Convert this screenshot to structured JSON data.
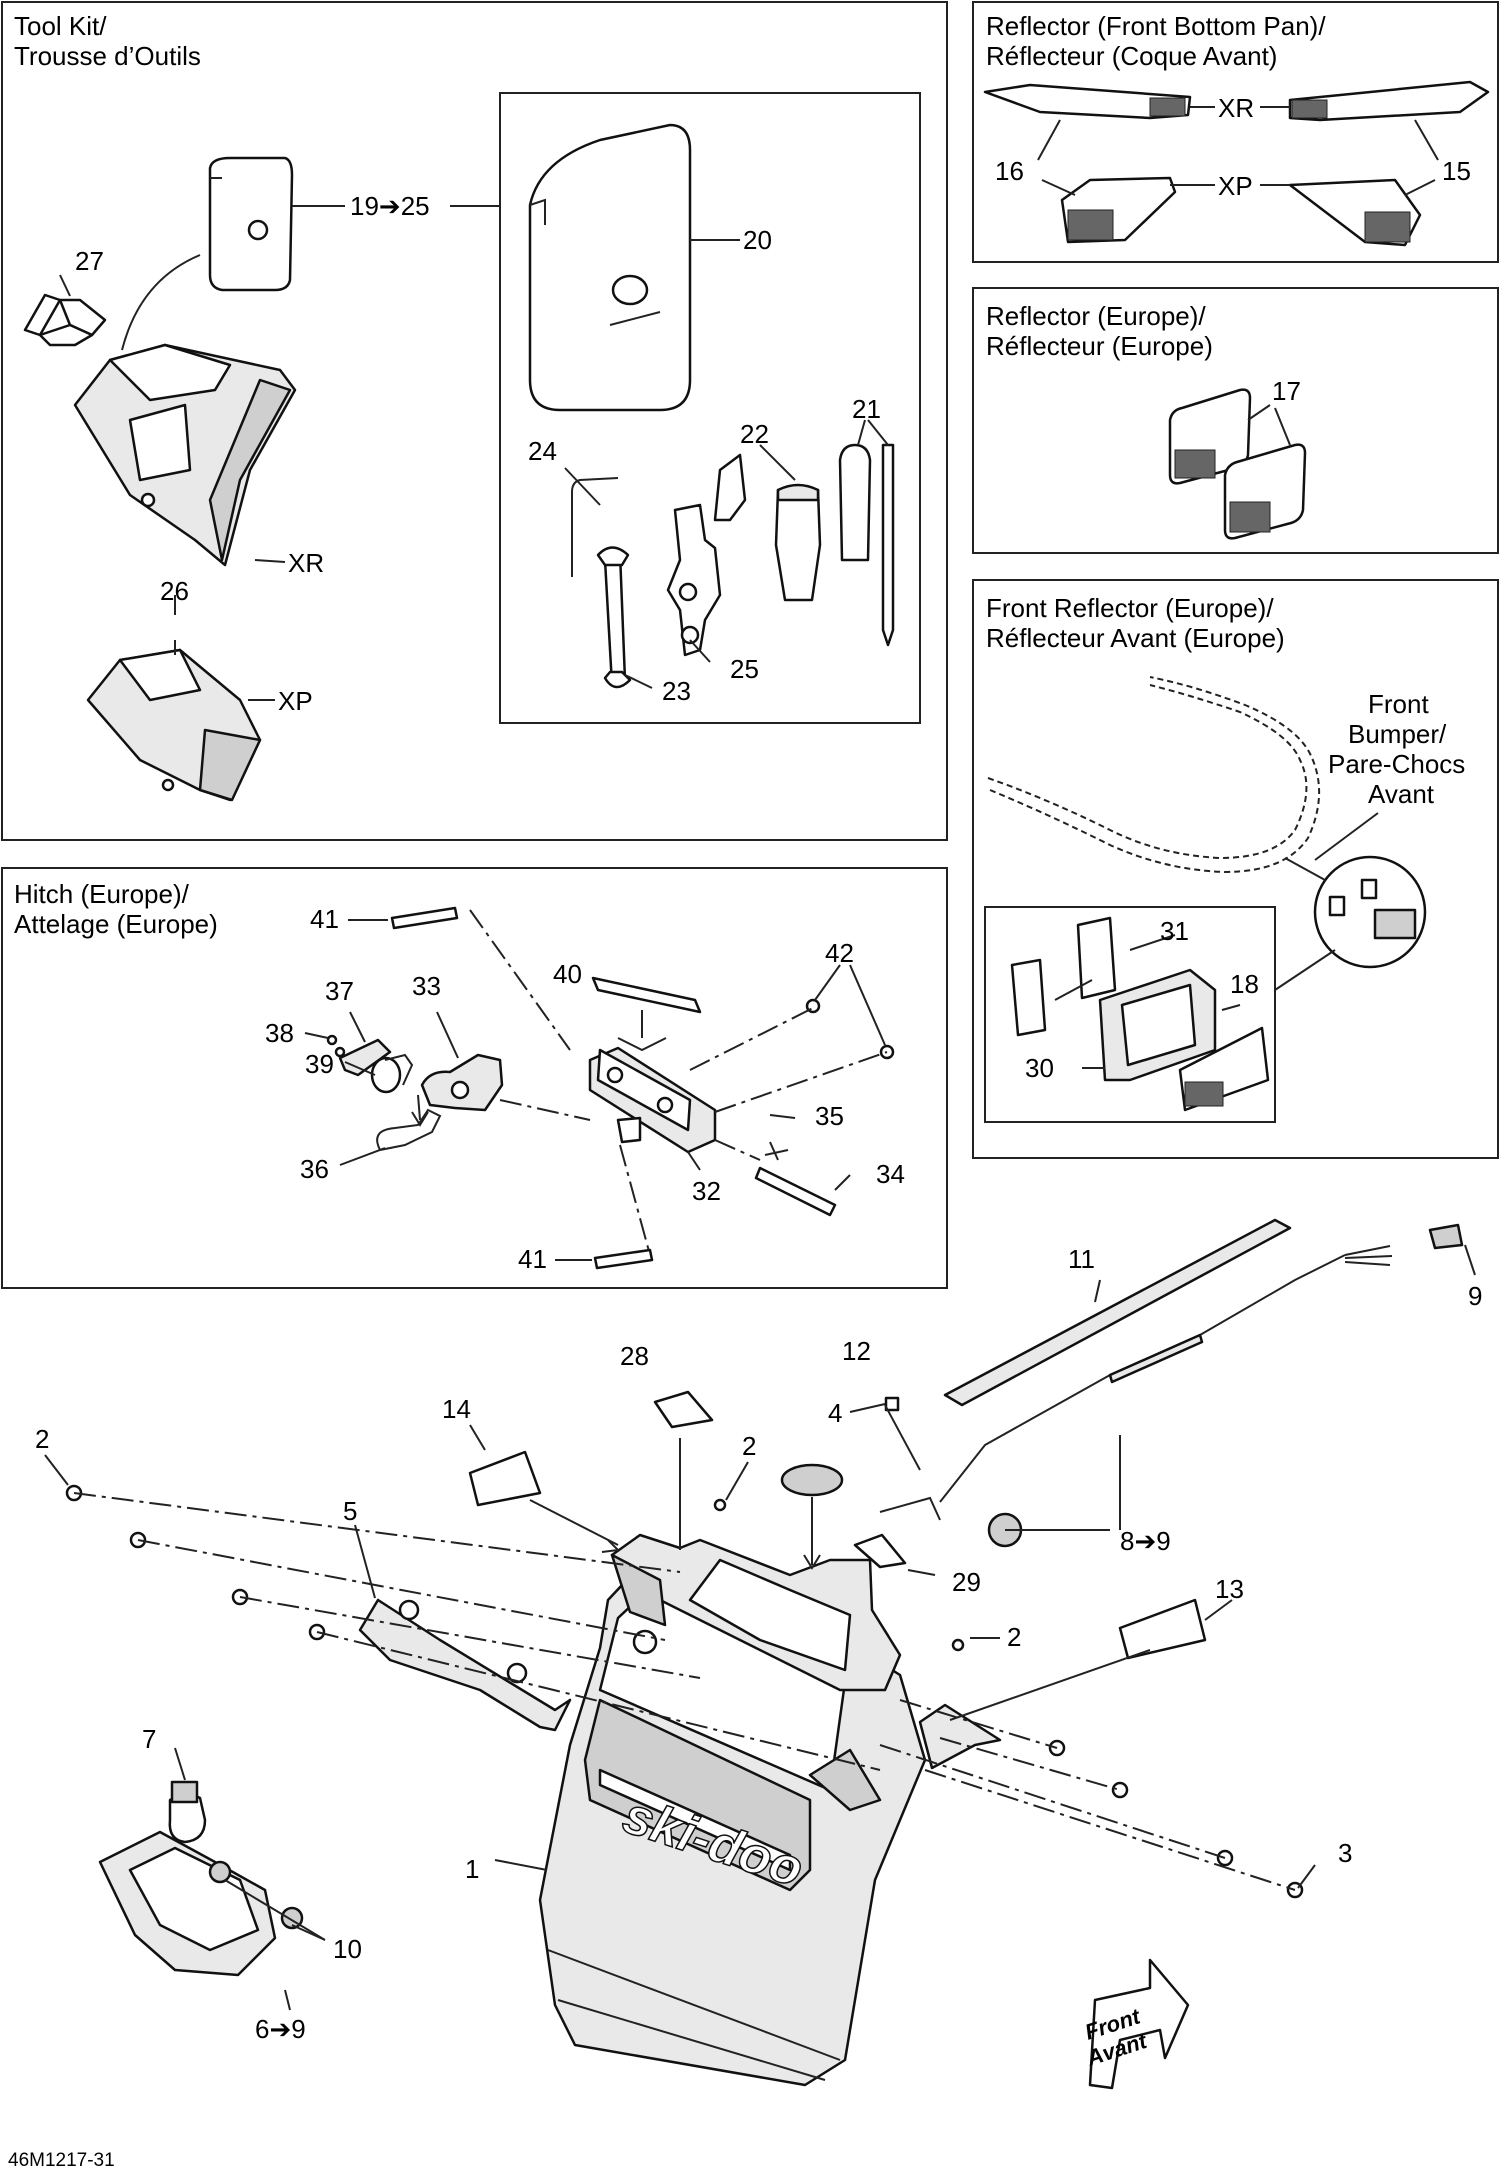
{
  "figure_id": "46M1217-31",
  "sections": {
    "tool_kit": {
      "title_en": "Tool Kit/",
      "title_fr": "Trousse d’Outils"
    },
    "reflector_front_bottom_pan": {
      "title_en": "Reflector (Front Bottom Pan)/",
      "title_fr": "Réflecteur (Coque Avant)"
    },
    "reflector_europe": {
      "title_en": "Reflector (Europe)/",
      "title_fr": "Réflecteur (Europe)"
    },
    "front_reflector_europe": {
      "title_en": "Front Reflector (Europe)/",
      "title_fr": "Réflecteur Avant (Europe)"
    },
    "hitch_europe": {
      "title_en": "Hitch (Europe)/",
      "title_fr": "Attelage (Europe)"
    }
  },
  "front_bumper_note": [
    "Front",
    "Bumper/",
    "Pare-Chocs",
    "Avant"
  ],
  "front_arrow": [
    "Front",
    "Avant"
  ],
  "callouts": {
    "c1": "1",
    "c2a": "2",
    "c2b": "2",
    "c2c": "2",
    "c3": "3",
    "c4": "4",
    "c5": "5",
    "c6": "6➔9",
    "c7": "7",
    "c8": "8➔9",
    "c9": "9",
    "c10": "10",
    "c11": "11",
    "c12": "12",
    "c13": "13",
    "c14": "14",
    "c15": "15",
    "c16": "16",
    "c17": "17",
    "c18": "18",
    "c19": "19➔25",
    "c20": "20",
    "c21": "21",
    "c22": "22",
    "c23": "23",
    "c24": "24",
    "c25": "25",
    "c26": "26",
    "c27": "27",
    "c28": "28",
    "c29": "29",
    "c30": "30",
    "c31": "31",
    "c32": "32",
    "c33": "33",
    "c34": "34",
    "c35": "35",
    "c36": "36",
    "c37": "37",
    "c38": "38",
    "c39": "39",
    "c40": "40",
    "c41a": "41",
    "c41b": "41",
    "c42": "42",
    "xr1": "XR",
    "xp1": "XP",
    "xr2": "XR",
    "xp2": "XP"
  }
}
